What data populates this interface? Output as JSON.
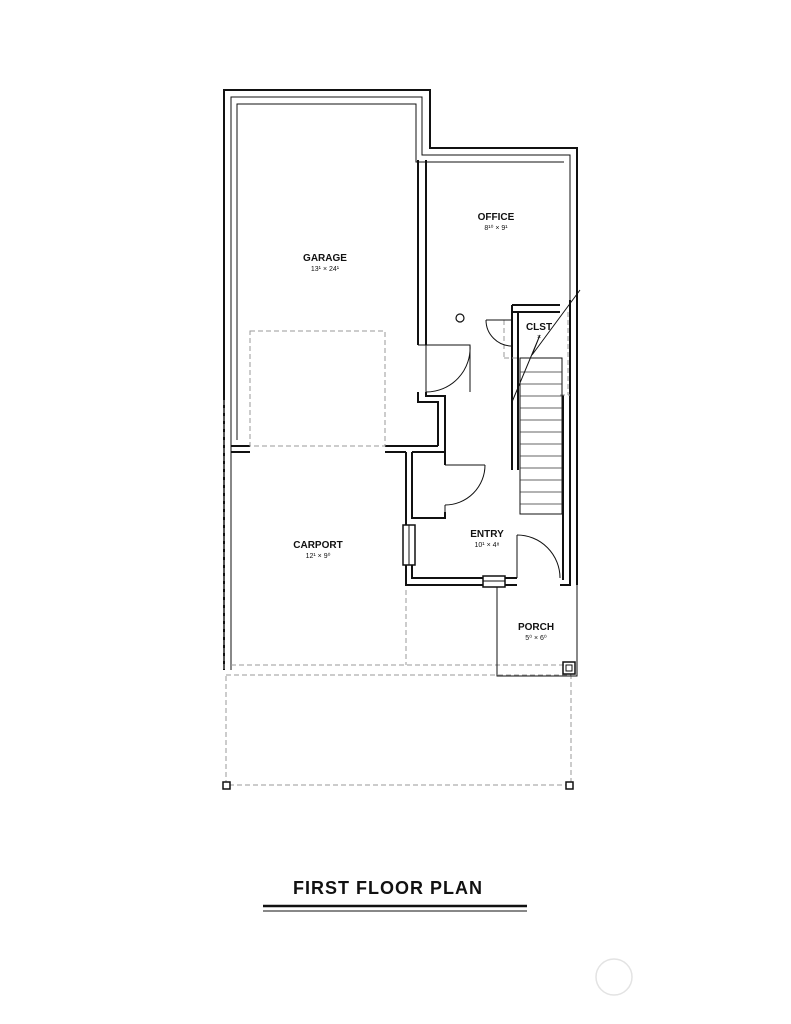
{
  "title": "FIRST FLOOR PLAN",
  "rooms": {
    "garage": {
      "name": "GARAGE",
      "dims": "13¹ × 24¹"
    },
    "office": {
      "name": "OFFICE",
      "dims": "8¹⁰ × 9¹"
    },
    "clst": {
      "name": "CLST",
      "dims": "×"
    },
    "carport": {
      "name": "CARPORT",
      "dims": "12¹ × 9⁰"
    },
    "entry": {
      "name": "ENTRY",
      "dims": "10¹ × 4⁸"
    },
    "porch": {
      "name": "PORCH",
      "dims": "5⁰ × 6⁰"
    }
  },
  "colors": {
    "wall": "#111111",
    "dashed": "#9a9a9a",
    "background": "#ffffff",
    "watermark": "#e3e3e3"
  },
  "icons": {
    "watermark": "watermark-circle-icon"
  }
}
